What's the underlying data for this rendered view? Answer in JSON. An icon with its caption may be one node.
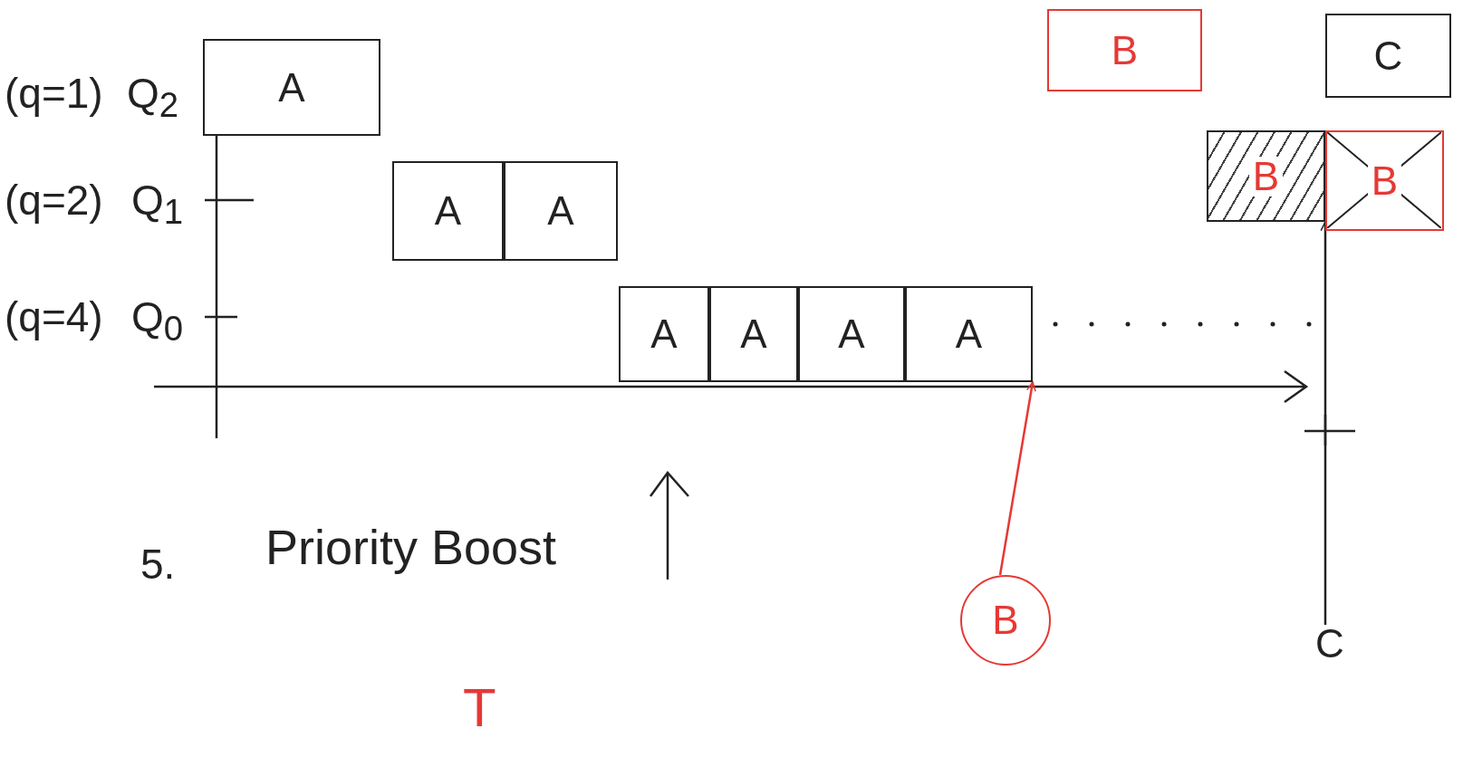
{
  "diagram": {
    "nodes": [
      {
        "text": [
          "A"
        ]
      },
      {
        "text": [
          "A"
        ]
      },
      {
        "text": [
          "A"
        ]
      },
      {
        "text": [
          "A"
        ]
      },
      {
        "text": [
          "A"
        ]
      },
      {
        "text": [
          "A"
        ]
      },
      {
        "text": [
          "A"
        ]
      },
      {
        "text": [
          "B"
        ]
      },
      {
        "text": [
          "C"
        ]
      },
      {
        "text": [
          "B"
        ]
      },
      {
        "text": [
          "B"
        ]
      },
      {
        "text": [
          "B"
        ]
      },
      {
        "text": [
          "C"
        ]
      }
    ],
    "edges": [
      {
        "from": 11,
        "to": 6,
        "arrow": "to",
        "color": "#e53935"
      },
      {
        "from": 12,
        "to": 9,
        "arrow": "to",
        "color": "#222222"
      }
    ],
    "labels": [
      "(q=1)",
      "Q$_{2}$",
      "(q=2)",
      "Q$_{1}$",
      "(q=4)",
      "Q$_{0}$",
      "5.",
      "Priority Boost",
      "T"
    ]
  }
}
